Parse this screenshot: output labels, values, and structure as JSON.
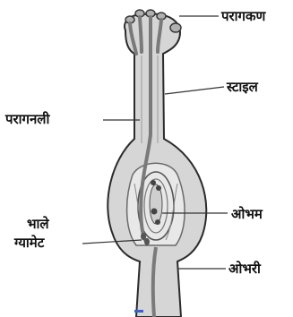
{
  "labels": {
    "pollen_grain": "परागकण",
    "style": "स्टाइल",
    "pollen_tube": "परागनली",
    "ovule": "ओभम",
    "male_gamete_line1": "भाले",
    "male_gamete_line2": "ग्यामेट",
    "ovary": "ओभरी"
  },
  "colors": {
    "outline": "#2b2b2b",
    "fill": "#d6d6d6",
    "tube": "#7a7a7a",
    "inner": "#bdbdbd"
  }
}
